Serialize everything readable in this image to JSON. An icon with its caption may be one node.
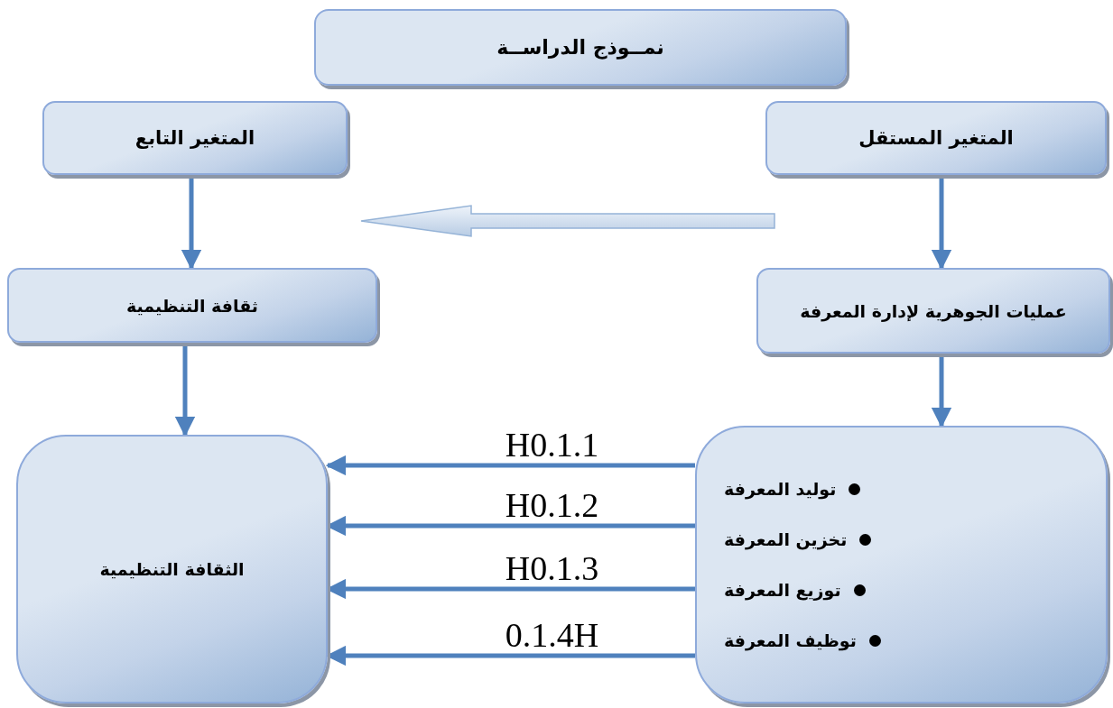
{
  "diagram": {
    "nodes": [
      {
        "text": [
          "نمــوذج الدراســة"
        ]
      },
      {
        "text": [
          "المتغير المستقل"
        ]
      },
      {
        "text": [
          "المتغير التابع"
        ]
      },
      {
        "text": [
          "عمليات الجوهرية لإدارة المعرفة"
        ]
      },
      {
        "text": [
          "ثقافة التنظيمية"
        ]
      },
      {
        "text": [
          "توليد المعرفة",
          "تخزين المعرفة",
          "توزيع المعرفة",
          "توظيف المعرفة"
        ]
      },
      {
        "text": [
          "الثقافة التنظيمية"
        ]
      }
    ],
    "edges": [
      {
        "from": 1,
        "to": 3,
        "arrow": "to"
      },
      {
        "from": 3,
        "to": 5,
        "arrow": "to"
      },
      {
        "from": 2,
        "to": 4,
        "arrow": "to"
      },
      {
        "from": 4,
        "to": 6,
        "arrow": "to"
      },
      {
        "from": 5,
        "to": 6,
        "arrow": "to",
        "label": "H0.1.1"
      },
      {
        "from": 5,
        "to": 6,
        "arrow": "to",
        "label": "H0.1.2"
      },
      {
        "from": 5,
        "to": 6,
        "arrow": "to",
        "label": "H0.1.3"
      },
      {
        "from": 5,
        "to": 6,
        "arrow": "to",
        "label": "0.1.4H"
      }
    ]
  }
}
